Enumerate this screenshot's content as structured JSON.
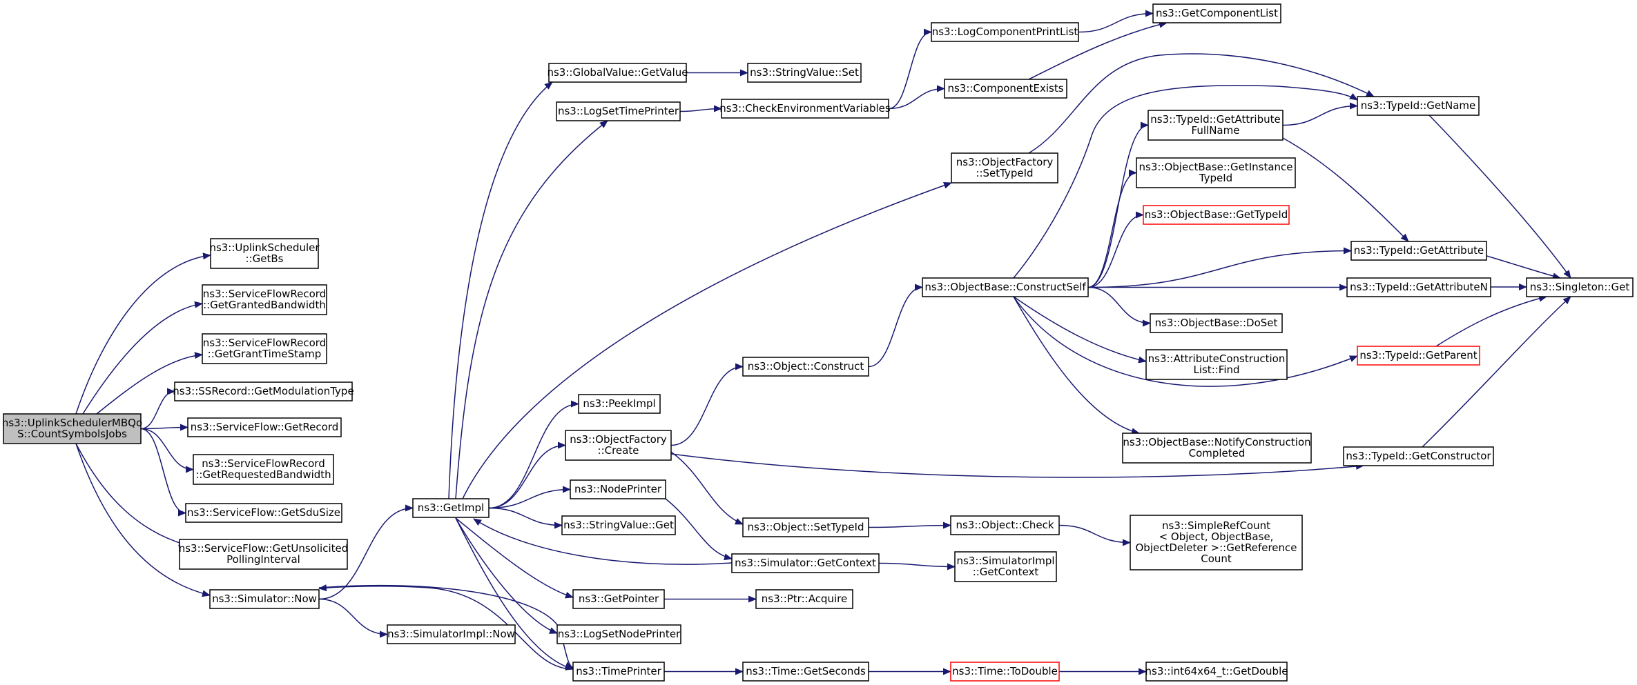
{
  "colors": {
    "edge": "#191970",
    "node_border": "#000000",
    "node_fill": "#ffffff",
    "root_fill": "#bfbfbf",
    "truncated_border": "#ff0000",
    "text": "#000000"
  },
  "nodes": [
    {
      "id": "root",
      "lines": [
        "ns3::UplinkSchedulerMBQo",
        "S::CountSymbolsJobs"
      ],
      "style": "root"
    },
    {
      "id": "getbs",
      "lines": [
        "ns3::UplinkScheduler",
        "::GetBs"
      ],
      "style": "normal"
    },
    {
      "id": "grantedbw",
      "lines": [
        "ns3::ServiceFlowRecord",
        "::GetGrantedBandwidth"
      ],
      "style": "normal"
    },
    {
      "id": "granttimestamp",
      "lines": [
        "ns3::ServiceFlowRecord",
        "::GetGrantTimeStamp"
      ],
      "style": "normal"
    },
    {
      "id": "getmodtype",
      "lines": [
        "ns3::SSRecord::GetModulationType"
      ],
      "style": "normal"
    },
    {
      "id": "getrecord",
      "lines": [
        "ns3::ServiceFlow::GetRecord"
      ],
      "style": "normal"
    },
    {
      "id": "reqbw",
      "lines": [
        "ns3::ServiceFlowRecord",
        "::GetRequestedBandwidth"
      ],
      "style": "normal"
    },
    {
      "id": "sdusize",
      "lines": [
        "ns3::ServiceFlow::GetSduSize"
      ],
      "style": "normal"
    },
    {
      "id": "unsolicited",
      "lines": [
        "ns3::ServiceFlow::GetUnsolicited",
        "PollingInterval"
      ],
      "style": "normal"
    },
    {
      "id": "simnow",
      "lines": [
        "ns3::Simulator::Now"
      ],
      "style": "normal"
    },
    {
      "id": "getimpl",
      "lines": [
        "ns3::GetImpl"
      ],
      "style": "normal"
    },
    {
      "id": "simimplnow",
      "lines": [
        "ns3::SimulatorImpl::Now"
      ],
      "style": "normal"
    },
    {
      "id": "gvgetvalue",
      "lines": [
        "ns3::GlobalValue::GetValue"
      ],
      "style": "normal"
    },
    {
      "id": "stringvalueset",
      "lines": [
        "ns3::StringValue::Set"
      ],
      "style": "normal"
    },
    {
      "id": "logsettimeprinter",
      "lines": [
        "ns3::LogSetTimePrinter"
      ],
      "style": "normal"
    },
    {
      "id": "checkenv",
      "lines": [
        "ns3::CheckEnvironmentVariables"
      ],
      "style": "normal"
    },
    {
      "id": "logcompprintlist",
      "lines": [
        "ns3::LogComponentPrintList"
      ],
      "style": "normal"
    },
    {
      "id": "getcomplist",
      "lines": [
        "ns3::GetComponentList"
      ],
      "style": "normal"
    },
    {
      "id": "compexists",
      "lines": [
        "ns3::ComponentExists"
      ],
      "style": "normal"
    },
    {
      "id": "ofsettypeid",
      "lines": [
        "ns3::ObjectFactory",
        "::SetTypeId"
      ],
      "style": "normal"
    },
    {
      "id": "tidgetname",
      "lines": [
        "ns3::TypeId::GetName"
      ],
      "style": "normal"
    },
    {
      "id": "tidgetattrfullname",
      "lines": [
        "ns3::TypeId::GetAttribute",
        "FullName"
      ],
      "style": "normal"
    },
    {
      "id": "obgetinstancetypeid",
      "lines": [
        "ns3::ObjectBase::GetInstance",
        "TypeId"
      ],
      "style": "normal"
    },
    {
      "id": "obgettypeid",
      "lines": [
        "ns3::ObjectBase::GetTypeId"
      ],
      "style": "truncated"
    },
    {
      "id": "tidgetattribute",
      "lines": [
        "ns3::TypeId::GetAttribute"
      ],
      "style": "normal"
    },
    {
      "id": "constructself",
      "lines": [
        "ns3::ObjectBase::ConstructSelf"
      ],
      "style": "normal"
    },
    {
      "id": "tidgetattrn",
      "lines": [
        "ns3::TypeId::GetAttributeN"
      ],
      "style": "normal"
    },
    {
      "id": "singletonget",
      "lines": [
        "ns3::Singleton::Get"
      ],
      "style": "normal"
    },
    {
      "id": "obdoset",
      "lines": [
        "ns3::ObjectBase::DoSet"
      ],
      "style": "normal"
    },
    {
      "id": "attrconstfind",
      "lines": [
        "ns3::AttributeConstruction",
        "List::Find"
      ],
      "style": "normal"
    },
    {
      "id": "tidgetparent",
      "lines": [
        "ns3::TypeId::GetParent"
      ],
      "style": "truncated"
    },
    {
      "id": "objconstruct",
      "lines": [
        "ns3::Object::Construct"
      ],
      "style": "normal"
    },
    {
      "id": "peekimpl",
      "lines": [
        "ns3::PeekImpl"
      ],
      "style": "normal"
    },
    {
      "id": "ofcreate",
      "lines": [
        "ns3::ObjectFactory",
        "::Create"
      ],
      "style": "normal"
    },
    {
      "id": "obnotifyconstruction",
      "lines": [
        "ns3::ObjectBase::NotifyConstruction",
        "Completed"
      ],
      "style": "normal"
    },
    {
      "id": "tidgetconstructor",
      "lines": [
        "ns3::TypeId::GetConstructor"
      ],
      "style": "normal"
    },
    {
      "id": "nodeprinter",
      "lines": [
        "ns3::NodePrinter"
      ],
      "style": "normal"
    },
    {
      "id": "stringvalueget",
      "lines": [
        "ns3::StringValue::Get"
      ],
      "style": "normal"
    },
    {
      "id": "objsettypeid",
      "lines": [
        "ns3::Object::SetTypeId"
      ],
      "style": "normal"
    },
    {
      "id": "objcheck",
      "lines": [
        "ns3::Object::Check"
      ],
      "style": "normal"
    },
    {
      "id": "simplerefcount",
      "lines": [
        "ns3::SimpleRefCount",
        "< Object, ObjectBase,",
        "ObjectDeleter >::GetReference",
        "Count"
      ],
      "style": "normal"
    },
    {
      "id": "simgetcontext",
      "lines": [
        "ns3::Simulator::GetContext"
      ],
      "style": "normal"
    },
    {
      "id": "simimplgetcontext",
      "lines": [
        "ns3::SimulatorImpl",
        "::GetContext"
      ],
      "style": "normal"
    },
    {
      "id": "getpointer",
      "lines": [
        "ns3::GetPointer"
      ],
      "style": "normal"
    },
    {
      "id": "ptracquire",
      "lines": [
        "ns3::Ptr::Acquire"
      ],
      "style": "normal"
    },
    {
      "id": "logsetnodeprinter",
      "lines": [
        "ns3::LogSetNodePrinter"
      ],
      "style": "normal"
    },
    {
      "id": "timeprinter",
      "lines": [
        "ns3::TimePrinter"
      ],
      "style": "normal"
    },
    {
      "id": "timegetseconds",
      "lines": [
        "ns3::Time::GetSeconds"
      ],
      "style": "normal"
    },
    {
      "id": "timetodouble",
      "lines": [
        "ns3::Time::ToDouble"
      ],
      "style": "truncated"
    },
    {
      "id": "int64getdouble",
      "lines": [
        "ns3::int64x64_t::GetDouble"
      ],
      "style": "normal"
    }
  ],
  "edges": [
    {
      "from": "root",
      "to": "getbs"
    },
    {
      "from": "root",
      "to": "grantedbw"
    },
    {
      "from": "root",
      "to": "granttimestamp"
    },
    {
      "from": "root",
      "to": "getmodtype"
    },
    {
      "from": "root",
      "to": "getrecord"
    },
    {
      "from": "root",
      "to": "reqbw"
    },
    {
      "from": "root",
      "to": "sdusize"
    },
    {
      "from": "root",
      "to": "unsolicited"
    },
    {
      "from": "root",
      "to": "simnow"
    },
    {
      "from": "simnow",
      "to": "getimpl"
    },
    {
      "from": "simnow",
      "to": "simimplnow"
    },
    {
      "from": "simnow",
      "to": "timeprinter"
    },
    {
      "from": "getimpl",
      "to": "gvgetvalue"
    },
    {
      "from": "getimpl",
      "to": "logsettimeprinter"
    },
    {
      "from": "getimpl",
      "to": "ofsettypeid"
    },
    {
      "from": "getimpl",
      "to": "peekimpl"
    },
    {
      "from": "getimpl",
      "to": "ofcreate"
    },
    {
      "from": "getimpl",
      "to": "nodeprinter"
    },
    {
      "from": "getimpl",
      "to": "stringvalueget"
    },
    {
      "from": "getimpl",
      "to": "getpointer"
    },
    {
      "from": "getimpl",
      "to": "logsetnodeprinter"
    },
    {
      "from": "getimpl",
      "to": "timeprinter"
    },
    {
      "from": "gvgetvalue",
      "to": "stringvalueset"
    },
    {
      "from": "logsettimeprinter",
      "to": "checkenv"
    },
    {
      "from": "checkenv",
      "to": "logcompprintlist"
    },
    {
      "from": "checkenv",
      "to": "compexists"
    },
    {
      "from": "logcompprintlist",
      "to": "getcomplist"
    },
    {
      "from": "compexists",
      "to": "getcomplist"
    },
    {
      "from": "ofsettypeid",
      "to": "tidgetname"
    },
    {
      "from": "tidgetname",
      "to": "singletonget"
    },
    {
      "from": "ofcreate",
      "to": "objconstruct"
    },
    {
      "from": "ofcreate",
      "to": "objsettypeid"
    },
    {
      "from": "ofcreate",
      "to": "tidgetconstructor"
    },
    {
      "from": "objconstruct",
      "to": "constructself"
    },
    {
      "from": "constructself",
      "to": "tidgetname"
    },
    {
      "from": "constructself",
      "to": "tidgetattrfullname"
    },
    {
      "from": "constructself",
      "to": "obgetinstancetypeid"
    },
    {
      "from": "constructself",
      "to": "obgettypeid"
    },
    {
      "from": "constructself",
      "to": "tidgetattribute"
    },
    {
      "from": "constructself",
      "to": "tidgetattrn"
    },
    {
      "from": "constructself",
      "to": "obdoset"
    },
    {
      "from": "constructself",
      "to": "attrconstfind"
    },
    {
      "from": "constructself",
      "to": "tidgetparent"
    },
    {
      "from": "constructself",
      "to": "obnotifyconstruction"
    },
    {
      "from": "tidgetattrfullname",
      "to": "tidgetname"
    },
    {
      "from": "tidgetattrfullname",
      "to": "tidgetattribute"
    },
    {
      "from": "tidgetattribute",
      "to": "singletonget"
    },
    {
      "from": "tidgetattrn",
      "to": "singletonget"
    },
    {
      "from": "tidgetparent",
      "to": "singletonget"
    },
    {
      "from": "tidgetconstructor",
      "to": "singletonget"
    },
    {
      "from": "nodeprinter",
      "to": "simgetcontext"
    },
    {
      "from": "simgetcontext",
      "to": "getimpl"
    },
    {
      "from": "simgetcontext",
      "to": "simimplgetcontext"
    },
    {
      "from": "objsettypeid",
      "to": "objcheck"
    },
    {
      "from": "objcheck",
      "to": "simplerefcount"
    },
    {
      "from": "getpointer",
      "to": "ptracquire"
    },
    {
      "from": "timeprinter",
      "to": "simnow"
    },
    {
      "from": "timeprinter",
      "to": "timegetseconds"
    },
    {
      "from": "timegetseconds",
      "to": "timetodouble"
    },
    {
      "from": "timetodouble",
      "to": "int64getdouble"
    }
  ]
}
